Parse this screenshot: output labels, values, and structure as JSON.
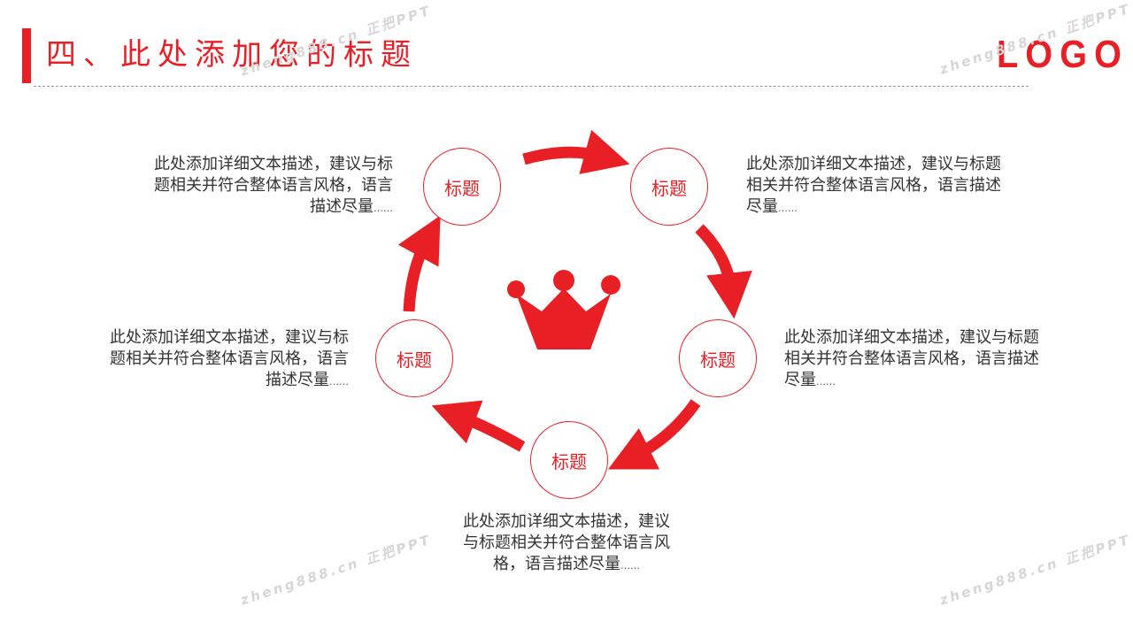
{
  "header": {
    "title": "四、此处添加您的标题",
    "logo": "LOGO"
  },
  "watermark": {
    "text": "zheng888.cn 正把PPT",
    "short": "正把PPT"
  },
  "colors": {
    "accent": "#e81f25",
    "text": "#333333"
  },
  "center_icon": "crown-icon",
  "nodes": [
    {
      "label": "标题",
      "desc": "此处添加详细文本描述，建议与标题相关并符合整体语言风格，语言描述尽量",
      "tail": "……"
    },
    {
      "label": "标题",
      "desc": "此处添加详细文本描述，建议与标题相关并符合整体语言风格，语言描述尽量",
      "tail": "……"
    },
    {
      "label": "标题",
      "desc": "此处添加详细文本描述，建议与标题相关并符合整体语言风格，语言描述尽量",
      "tail": "……"
    },
    {
      "label": "标题",
      "desc": "此处添加详细文本描述，建议与标题相关并符合整体语言风格，语言描述尽量",
      "tail": "……"
    },
    {
      "label": "标题",
      "desc": "此处添加详细文本描述，建议与标题相关并符合整体语言风格，语言描述尽量",
      "tail": "……"
    }
  ]
}
